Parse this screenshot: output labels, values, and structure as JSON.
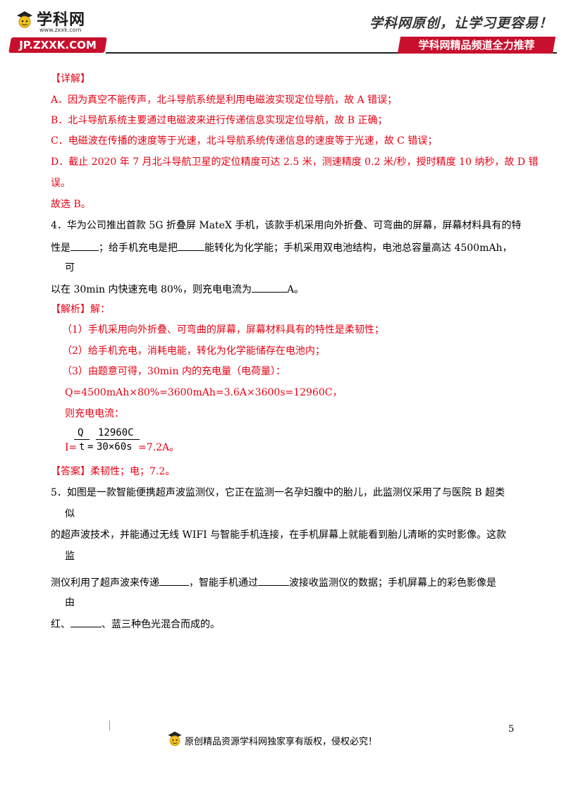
{
  "header": {
    "logo_name": "学科网",
    "logo_url_text": "www.zxxk.com",
    "logo_bar": "JP.ZXXK.COM",
    "slogan": "学科网原创，让学习更容易！",
    "channel": "学科网精品频道全力推荐"
  },
  "content": {
    "l1": "【详解】",
    "l2": "A．因为真空不能传声，北斗导航系统是利用电磁波实现定位导航，故 A 错误；",
    "l3": "B．北斗导航系统主要通过电磁波来进行传递信息实现定位导航，故 B 正确；",
    "l4": "C．电磁波在传播的速度等于光速，北斗导航系统传递信息的速度等于光速，故 C 错误；",
    "l5": "D．截止 2020 年 7 月北斗导航卫星的定位精度可达 2.5 米，测速精度 0.2 米/秒，授时精度 10 纳秒，故 D 错",
    "l6": "误。",
    "l7": "故选 B。",
    "q4_l1": "4．华为公司推出首款 5G 折叠屏 MateX 手机，该款手机采用向外折叠、可弯曲的屏幕，屏幕材料具有的特",
    "q4_l2a": "性是",
    "q4_l2b": "；给手机充电是把",
    "q4_l2c": "能转化为化学能；手机采用双电池结构，电池总容量高达 4500mAh，",
    "q4_l3": "可",
    "q4_l4a": "以在 30min 内快速充电 80%，则充电电流为",
    "q4_l4b": "A。",
    "jx_head": "【解析】",
    "jx_head_after": "解：",
    "jx1": "（1）手机采用向外折叠、可弯曲的屏幕，屏幕材料具有的特性是柔韧性；",
    "jx2": "（2）给手机充电，消耗电能，转化为化学能储存在电池内；",
    "jx3": "（3）由题意可得，30min 内的充电量（电荷量）：",
    "jx4": "Q=4500mAh×80%=3600mAh=3.6A×3600s=12960C，",
    "jx5": "则充电电流：",
    "frac1_num": "Q",
    "frac1_den": "t",
    "frac2_num": "12960C",
    "frac2_den": "30×60s",
    "eq_i": "I=",
    "eq_eq": "=",
    "eq_result": "=7.2A。",
    "ans_head": "【答案】",
    "ans": "柔韧性；电；7.2。",
    "q5_l1": "5．如图是一款智能便携超声波监测仪，它正在监测一名孕妇腹中的胎儿，此监测仪采用了与医院 B 超类",
    "q5_l2": "似",
    "q5_l3": "的超声波技术，并能通过无线 WIFI 与智能手机连接，在手机屏幕上就能看到胎儿清晰的实时影像。这款",
    "q5_l4": "监",
    "q5_l5a": "测仪利用了超声波来传递",
    "q5_l5b": "，智能手机通过",
    "q5_l5c": "波接收监测仪的数据；手机屏幕上的彩色影像是",
    "q5_l6": "由",
    "q5_l7a": "红、",
    "q5_l7b": "、蓝三种色光混合而成的。"
  },
  "footer": {
    "text": "原创精品资源学科网独家享有版权，侵权必究！",
    "page": "5"
  },
  "colors": {
    "accent": "#e60012",
    "brand": "#c8102e"
  },
  "icons": [
    "mascot-icon"
  ]
}
